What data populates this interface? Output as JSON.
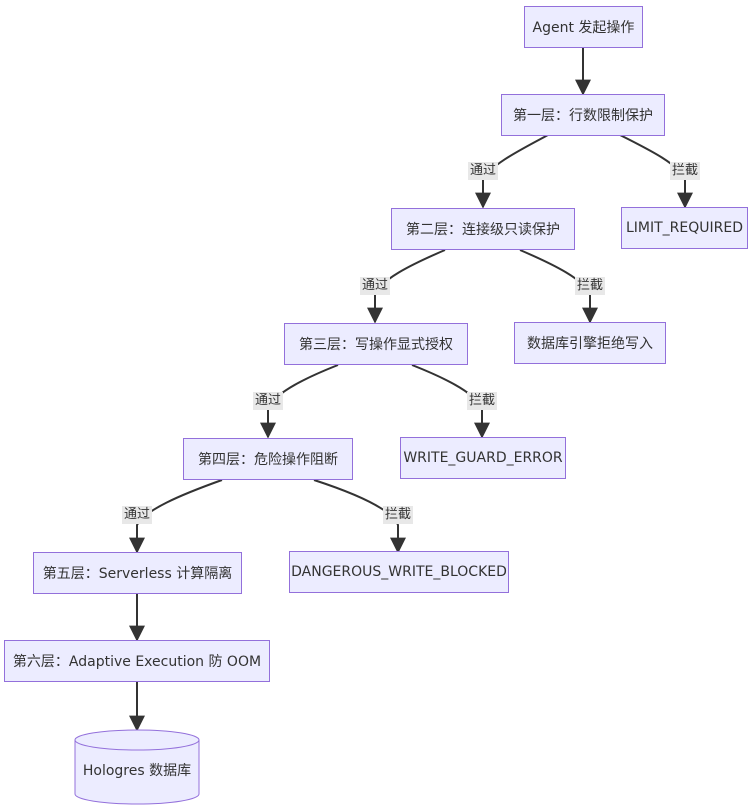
{
  "nodes": {
    "agent": "Agent 发起操作",
    "layer1": "第一层：行数限制保护",
    "limit_required": "LIMIT_REQUIRED",
    "layer2": "第二层：连接级只读保护",
    "db_reject": "数据库引擎拒绝写入",
    "layer3": "第三层：写操作显式授权",
    "write_guard": "WRITE_GUARD_ERROR",
    "layer4": "第四层：危险操作阻断",
    "dangerous": "DANGEROUS_WRITE_BLOCKED",
    "layer5": "第五层：Serverless 计算隔离",
    "layer6": "第六层：Adaptive Execution 防 OOM",
    "hologres": "Hologres 数据库"
  },
  "edges": {
    "pass_label": "通过",
    "block_label": "拦截"
  },
  "colors": {
    "node_fill": "#ECECFF",
    "node_border": "#9370DB",
    "edge": "#333333",
    "edge_label_bg": "#e8e8e8"
  }
}
